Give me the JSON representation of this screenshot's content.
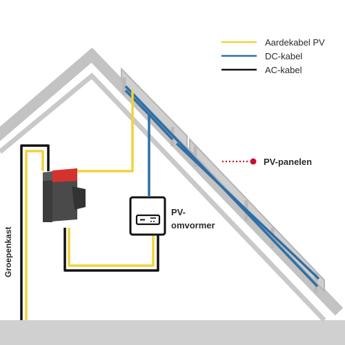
{
  "legend": {
    "items": [
      {
        "label": "Aardekabel PV",
        "color": "#f2d23a"
      },
      {
        "label": "DC-kabel",
        "color": "#2f6ea5"
      },
      {
        "label": "AC-kabel",
        "color": "#111111"
      }
    ]
  },
  "labels": {
    "pv_panels": "PV-panelen",
    "inverter_line1": "PV-",
    "inverter_line2": "omvormer",
    "distribution_board": "Groepenkast"
  },
  "colors": {
    "roof": "#c3c3c3",
    "ground": "#d0d0d0",
    "panel_frame": "#b9b9b9",
    "pointer_red": "#c8102e",
    "switch_body": "#4a4a4a",
    "switch_stripe": "#d4332d",
    "earth_cable": "#f2d23a",
    "dc_cable": "#2f6ea5",
    "ac_cable": "#111111"
  },
  "icons": {
    "inverter": "inverter-icon",
    "isolator_switch": "isolator-switch-icon",
    "pointer": "red-dot-pointer-icon"
  }
}
